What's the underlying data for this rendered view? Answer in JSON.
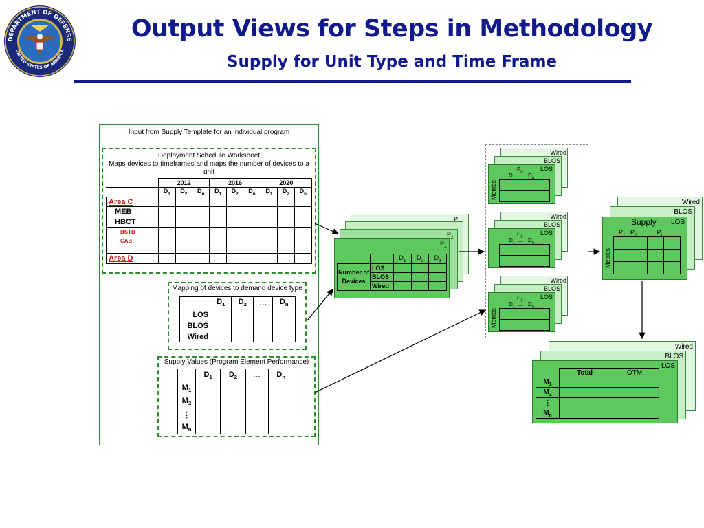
{
  "header": {
    "title": "Output Views for Steps in Methodology",
    "subtitle": "Supply for Unit Type and Time Frame",
    "seal_text_top": "DEPARTMENT OF DEFENSE",
    "seal_text_bottom": "UNITED STATES OF AMERICA"
  },
  "input": {
    "caption": "Input from Supply Template for an individual program",
    "deployment": {
      "title": "Deployment Schedule Worksheet",
      "desc": "Maps devices to timeframes and maps the number of devices to a unit",
      "years": [
        "2012",
        "2016",
        "2020"
      ],
      "cols": [
        "D1",
        "D2",
        "Dn"
      ],
      "rows": [
        "Area C",
        "MEB",
        "HBCT",
        "BSTB",
        "CAB",
        "Area D"
      ]
    },
    "mapping": {
      "title": "Mapping of devices to demand device type",
      "cols": [
        "D1",
        "D2",
        "…",
        "Dn"
      ],
      "rows": [
        "LOS",
        "BLOS",
        "Wired"
      ]
    },
    "supply_values": {
      "title": "Supply Values (Program Element Performance)",
      "cols": [
        "D1",
        "D2",
        "…",
        "Dn"
      ],
      "rows": [
        "M1",
        "M2",
        "⋮",
        "Mn"
      ]
    }
  },
  "count_stack": {
    "sheets": [
      "Pn",
      "P2",
      "P1"
    ],
    "cols": [
      "D1",
      "D2",
      "D3"
    ],
    "row_label": "Number of Devices",
    "rows": [
      "LOS",
      "BLOS",
      "Wired"
    ]
  },
  "metric_stacks": [
    {
      "layers": [
        "Wired",
        "BLOS",
        "LOS"
      ],
      "program": "Pn",
      "cols_text": "D1 … Dn",
      "axis": "Metrics"
    },
    {
      "layers": [
        "Wired",
        "BLOS",
        "LOS"
      ],
      "program": "P2",
      "cols_text": "D1 … Dn",
      "axis": ""
    },
    {
      "layers": [
        "Wired",
        "BLOS",
        "LOS"
      ],
      "program": "P1",
      "cols_text": "D1 … Dn",
      "axis": "Metrics"
    }
  ],
  "supply_stack": {
    "layers": [
      "Wired",
      "BLOS",
      "LOS"
    ],
    "title": "Supply",
    "cols_text": "P1   P2   …   Pn",
    "axis": "Metrics"
  },
  "total_stack": {
    "layers": [
      "Wired",
      "BLOS",
      "LOS"
    ],
    "col_total": "Total",
    "col_otm": "OTM",
    "rows": [
      "M1",
      "M2",
      "⋮",
      "Mn"
    ]
  },
  "colors": {
    "title_blue": "#0f1a8c",
    "green_dark": "#2e8b2e",
    "sheet_green": "#5ec85e",
    "red": "#d01010"
  }
}
